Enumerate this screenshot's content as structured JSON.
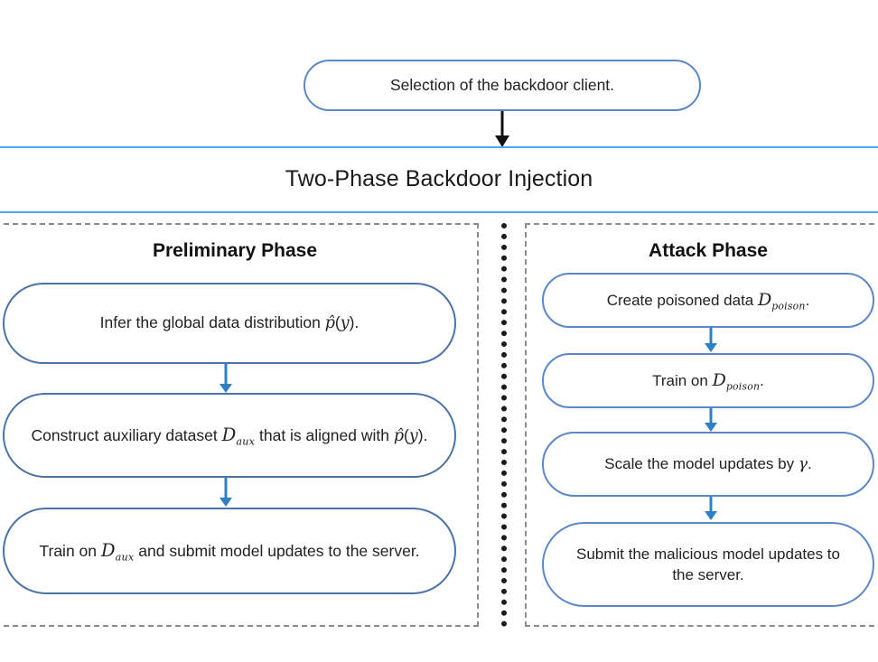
{
  "diagram": {
    "top_node": {
      "label": "Selection of the backdoor client."
    },
    "band": {
      "title": "Two-Phase Backdoor Injection"
    },
    "phases": [
      {
        "id": "preliminary",
        "title": "Preliminary Phase",
        "steps": [
          {
            "id": "infer-distribution",
            "text": "Infer the global data distribution p̂(y)."
          },
          {
            "id": "construct-auxiliary-dataset",
            "text": "Construct auxiliary dataset D_aux that is aligned with p̂(y)."
          },
          {
            "id": "train-and-submit",
            "text": "Train on D_aux and submit model updates to the server."
          }
        ]
      },
      {
        "id": "attack",
        "title": "Attack Phase",
        "steps": [
          {
            "id": "create-poisoned-data",
            "text": "Create poisoned data D_poison."
          },
          {
            "id": "train-on-poison",
            "text": "Train on D_poison."
          },
          {
            "id": "scale-updates",
            "text": "Scale the model updates by γ."
          },
          {
            "id": "submit-malicious-updates",
            "text": "Submit the malicious model updates to the server."
          }
        ]
      }
    ],
    "symbols": {
      "p_hat": "p̂",
      "D": "D",
      "aux": "aux",
      "poison": "poison",
      "gamma": "γ",
      "y": "y"
    },
    "colors": {
      "node_border": "#5b87c9",
      "arrow_blue": "#2f7fc4",
      "arrow_black": "#111111",
      "rule_blue": "#4da3f5",
      "panel_dash": "#8c8c8c",
      "divider_black": "#1a1a1a",
      "text": "#222222",
      "background": "#ffffff"
    }
  }
}
